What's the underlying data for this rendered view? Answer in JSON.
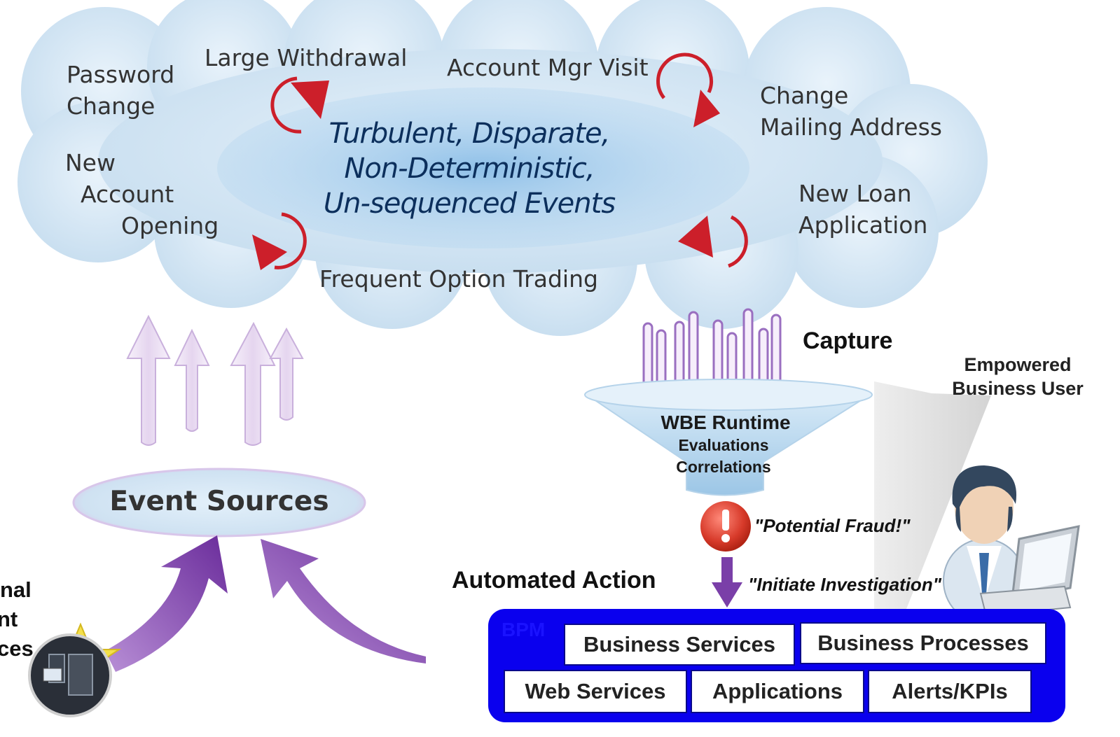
{
  "cloud": {
    "center_lines": [
      "Turbulent, Disparate,",
      "Non-Deterministic,",
      "Un-sequenced Events"
    ],
    "events": {
      "password_change": [
        "Password",
        "Change"
      ],
      "large_withdrawal": "Large Withdrawal",
      "account_mgr_visit": "Account Mgr Visit",
      "change_mailing_address": [
        "Change",
        "Mailing Address"
      ],
      "new_account_opening": [
        "New",
        "Account",
        "Opening"
      ],
      "new_loan_application": [
        "New Loan",
        "Application"
      ],
      "frequent_option_trading": "Frequent Option Trading"
    }
  },
  "event_sources": {
    "label": "Event Sources",
    "external_label_fragments": [
      "nal",
      "nt",
      "ces"
    ]
  },
  "capture": {
    "label": "Capture",
    "funnel_title": "WBE Runtime",
    "funnel_lines": [
      "Evaluations",
      "Correlations"
    ]
  },
  "alert": {
    "quote": "\"Potential Fraud!\"",
    "icon": "exclamation-icon"
  },
  "action": {
    "label": "Automated Action",
    "quote": "\"Initiate Investigation\""
  },
  "user": {
    "label_lines": [
      "Empowered",
      "Business User"
    ],
    "icon": "business-user-icon"
  },
  "bpm": {
    "label": "BPM",
    "row1": [
      "Business Services",
      "Business Processes"
    ],
    "row2": [
      "Web Services",
      "Applications",
      "Alerts/KPIs"
    ]
  },
  "colors": {
    "cloud": "#cfe4f4",
    "cloud_core": "#9fc9ea",
    "red_arrow": "#cc1f2a",
    "lavender_arrow": "#e6d8ef",
    "purple_arrow": "#7a3fa8",
    "bpm_blue": "#0a00ee",
    "text_navy": "#0c2f5c"
  }
}
